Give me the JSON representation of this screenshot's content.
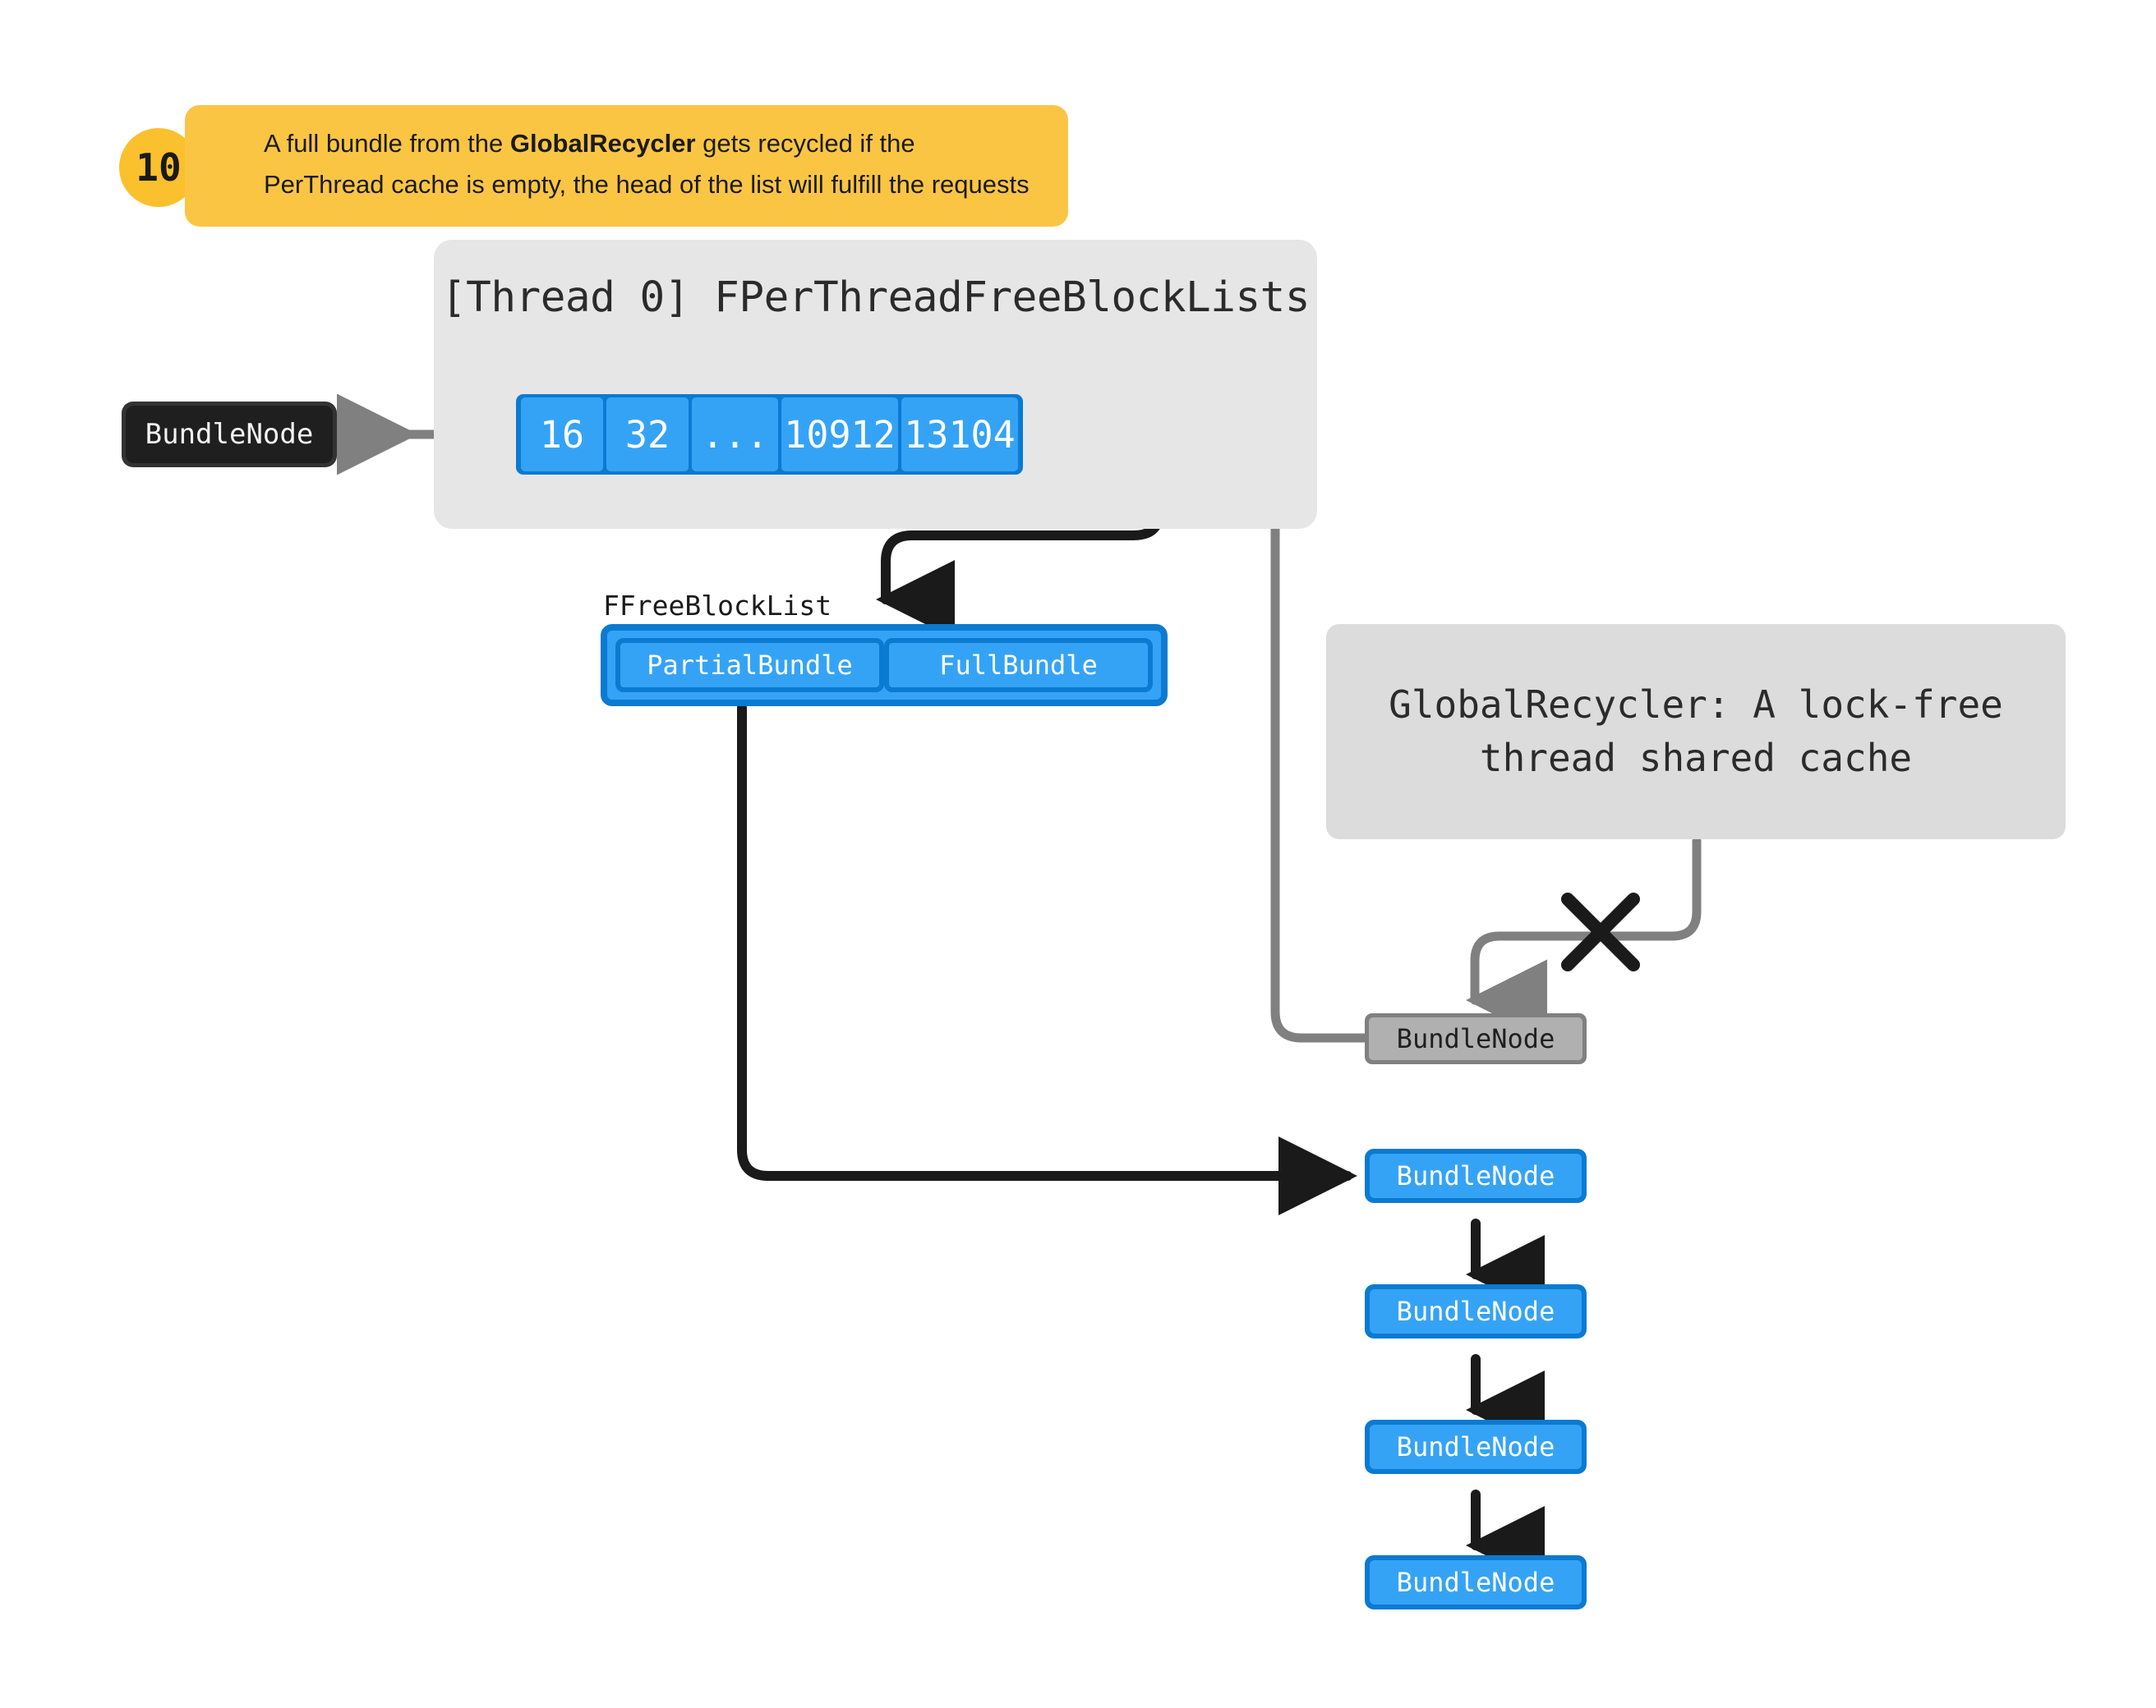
{
  "callout": {
    "number": "10",
    "text_before": "A full bundle from the ",
    "text_bold": "GlobalRecycler",
    "text_after": " gets recycled if the PerThread cache is empty, the head of the list will fulfill the requests",
    "badge_color": "#fbc02d",
    "box_color": "#fbc544"
  },
  "thread_panel": {
    "title": "[Thread 0] FPerThreadFreeBlockLists",
    "panel_color": "#e6e6e6",
    "cells": [
      {
        "label": "16",
        "size": "sm"
      },
      {
        "label": "32",
        "size": "sm"
      },
      {
        "label": "...",
        "size": "md"
      },
      {
        "label": "10912",
        "size": "lg"
      },
      {
        "label": "13104",
        "size": "lg"
      }
    ],
    "cell_fill": "#35a3f5",
    "cell_border": "#0b7ad1"
  },
  "left_node": {
    "label": "BundleNode",
    "fill": "#1f1f1f",
    "border": "#333333"
  },
  "free_block_list": {
    "label": "FFreeBlockList",
    "slots": [
      {
        "label": "PartialBundle"
      },
      {
        "label": "FullBundle"
      }
    ]
  },
  "global_recycler": {
    "line1": "GlobalRecycler: A lock-free",
    "line2": "thread shared cache",
    "panel_color": "#dcdcdc"
  },
  "recycled_node": {
    "label": "BundleNode",
    "fill": "#b0b0b0",
    "border": "#808080"
  },
  "bundle_chain": {
    "nodes": [
      {
        "label": "BundleNode"
      },
      {
        "label": "BundleNode"
      },
      {
        "label": "BundleNode"
      },
      {
        "label": "BundleNode"
      }
    ],
    "fill": "#35a3f5",
    "border": "#0b7ad1"
  },
  "annotations": {
    "cross_mark": "✕",
    "cross_color": "#1a1a1a",
    "gray_wire_color": "#808080",
    "black_wire_color": "#1a1a1a"
  }
}
